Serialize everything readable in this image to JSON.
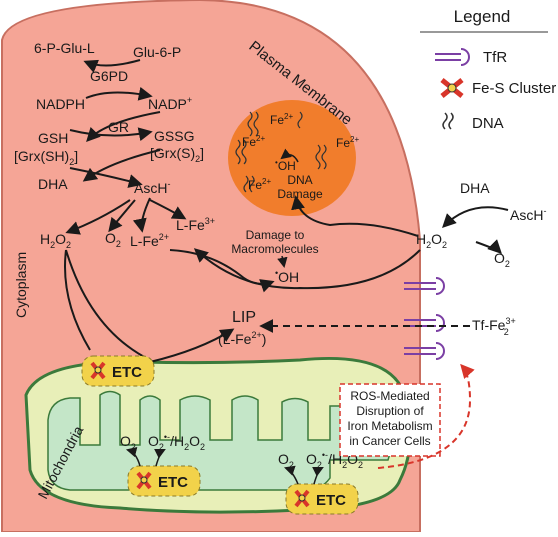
{
  "legend": {
    "title": "Legend",
    "tfr_label": "TfR",
    "fes_label": "Fe-S Cluster",
    "dna_label": "DNA"
  },
  "regions": {
    "plasma_membrane": "Plasma Membrane",
    "cytoplasm": "Cytoplasm",
    "mitochondria": "Mitochondria"
  },
  "cycle": {
    "g6p_l": "6-P-Glu-L",
    "g6p": "Glu-6-P",
    "g6pd": "G6PD",
    "nadph": "NADPH",
    "nadp": "NADP",
    "nadp_sup": "+",
    "gr": "GR",
    "gsh": "GSH",
    "gssg": "GSSG",
    "grx_sh2_a": "[Grx(SH)",
    "grx_sh2_sub": "2",
    "grx_sh2_b": "]",
    "grx_s2_a": "[Grx(S)",
    "grx_s2_sub": "2",
    "grx_s2_b": "]",
    "dha": "DHA",
    "asch": "AscH",
    "asch_sup": "-"
  },
  "species": {
    "h2o2_a": "H",
    "h2o2_sub1": "2",
    "h2o2_b": "O",
    "h2o2_sub2": "2",
    "o2_a": "O",
    "o2_sub": "2",
    "lfe2_a": "L-Fe",
    "lfe2_sup": "2+",
    "lfe3_a": "L-Fe",
    "lfe3_sup": "3+",
    "damage_macro_1": "Damage to",
    "damage_macro_2": "Macromolecules",
    "oh_dot": "•",
    "oh": "OH",
    "lip_1": "LIP",
    "lip_2a": "(L-Fe",
    "lip_2_sup": "2+",
    "lip_2b": ")",
    "fe2": "Fe",
    "fe2_sup": "2+",
    "dna_damage_1": "DNA",
    "dna_damage_2": "Damage",
    "tf_fe_a": "Tf-Fe",
    "tf_fe_sub": "2",
    "tf_fe_sup": "3+",
    "dha_out": "DHA",
    "asch_out": "AscH",
    "asch_out_sup": "-",
    "mito_o2_a": "O",
    "mito_o2_sub": "2",
    "mito_sup_a": "O",
    "mito_sup_sub": "2",
    "mito_sup_sup": "•-",
    "mito_sep": "/H",
    "mito_h2o2_sub": "2",
    "mito_h2o2_b": "O",
    "mito_h2o2_sub2": "2"
  },
  "etc_label": "ETC",
  "ros_box": [
    "ROS-Mediated",
    "Disruption of",
    "Iron Metabolism",
    "in Cancer Cells"
  ],
  "colors": {
    "cell": "#f5a596",
    "cell_stroke": "#c76f60",
    "nucleus": "#f07a26",
    "mito": "#e8efb8",
    "mito_stroke": "#3b7a3b",
    "cristae": "#c4e6c8",
    "etc": "#f2d24a",
    "tfr": "#7b3fa4",
    "ros_red": "#d8352a"
  }
}
